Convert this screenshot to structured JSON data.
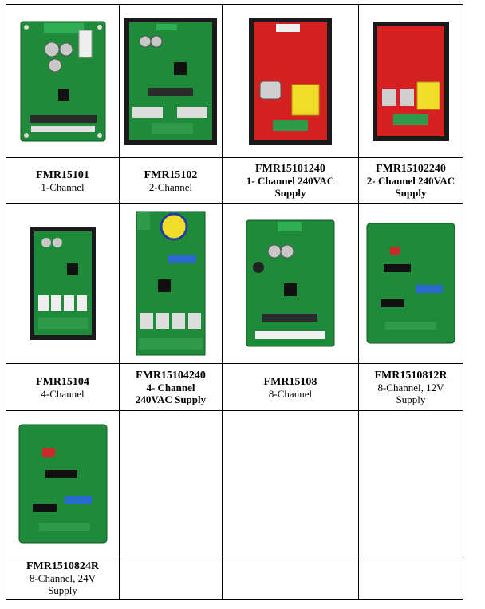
{
  "products": [
    {
      "model": "FMR15101",
      "line1": "1-Channel",
      "line2": "",
      "desc_bold": false,
      "board": "green-relay"
    },
    {
      "model": "FMR15102",
      "line1": "2-Channel",
      "line2": "",
      "desc_bold": false,
      "board": "green-dark"
    },
    {
      "model": "FMR15101240",
      "line1": "1- Channel 240VAC",
      "line2": "Supply",
      "desc_bold": true,
      "board": "red-transformer"
    },
    {
      "model": "FMR15102240",
      "line1": "2- Channel 240VAC",
      "line2": "Supply",
      "desc_bold": true,
      "board": "red-transformer"
    },
    {
      "model": "FMR15104",
      "line1": "4-Channel",
      "line2": "",
      "desc_bold": false,
      "board": "green-dark-relays"
    },
    {
      "model": "FMR15104240",
      "line1": "4- Channel",
      "line2": "240VAC Supply",
      "desc_bold": true,
      "board": "green-yellow-transformer"
    },
    {
      "model": "FMR15108",
      "line1": "8-Channel",
      "line2": "",
      "desc_bold": false,
      "board": "green-8ch"
    },
    {
      "model": "FMR1510812R",
      "line1": "8-Channel, 12V",
      "line2": "Supply",
      "desc_bold": false,
      "board": "green-dip"
    },
    {
      "model": "FMR1510824R",
      "line1": "8-Channel, 24V",
      "line2": "Supply",
      "desc_bold": false,
      "board": "green-dip"
    }
  ],
  "colors": {
    "pcb_green": "#1e8a3a",
    "pcb_red": "#d42020",
    "terminal_green": "#2f9a4a",
    "chassis": "#1a1a1a"
  }
}
